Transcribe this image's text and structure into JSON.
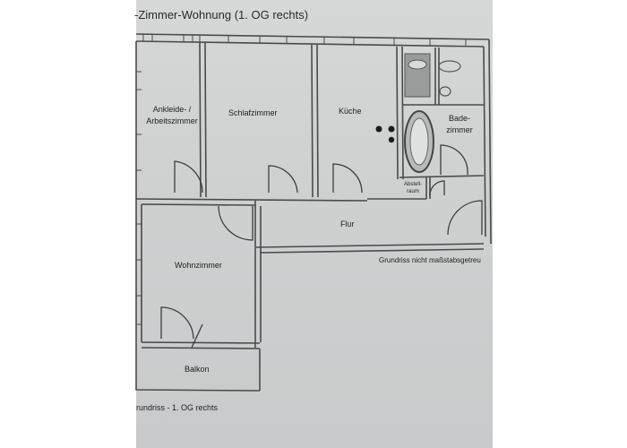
{
  "plan": {
    "title": "-Zimmer-Wohnung (1. OG rechts)",
    "note": "Grundriss nicht maßstabsgetreu",
    "caption": "rundriss - 1. OG rechts",
    "rooms": {
      "ankleide": "Ankleide- / Arbeitszimmer",
      "schlafzimmer": "Schlafzimmer",
      "kueche": "Küche",
      "badezimmer": "Bade- zimmer",
      "abstellraum": "Abstell- raum",
      "flur": "Flur",
      "wohnzimmer": "Wohnzimmer",
      "balkon": "Balkon"
    }
  },
  "colors": {
    "paper": "#d0d2d2",
    "wall": "#505050",
    "text": "#1e1e1e"
  }
}
